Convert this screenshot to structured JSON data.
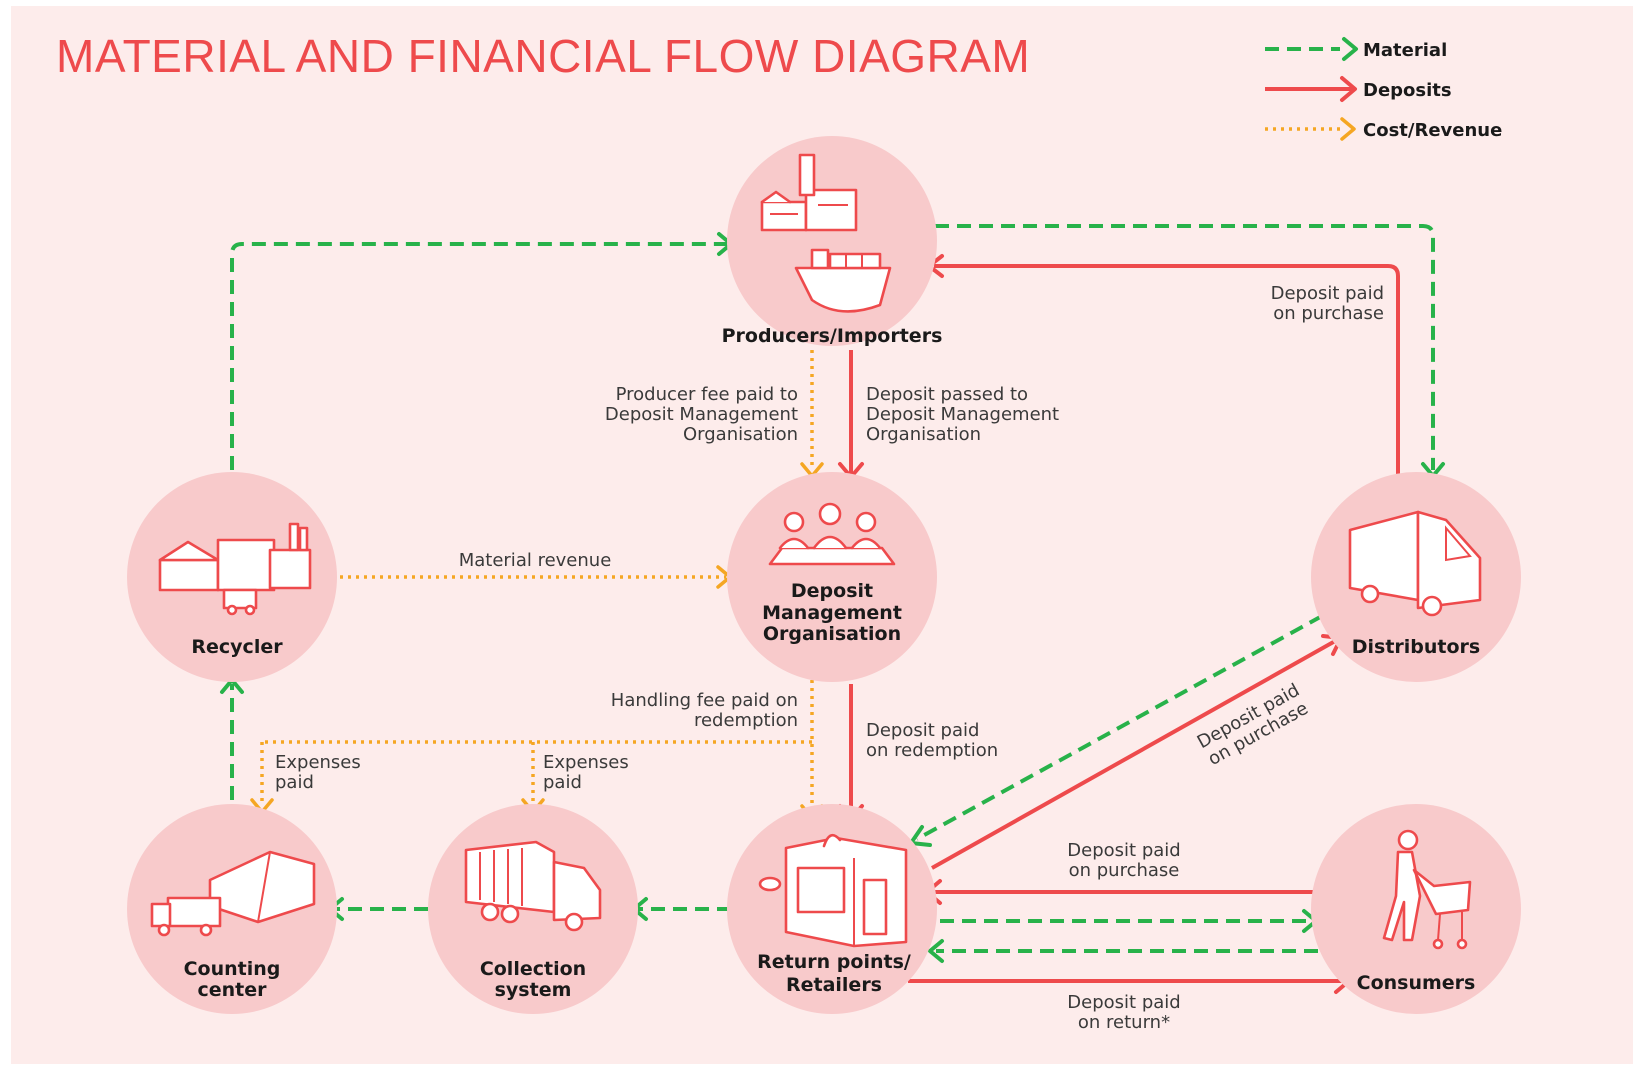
{
  "title": "MATERIAL AND FINANCIAL FLOW DIAGRAM",
  "legend": {
    "material": "Material",
    "deposits": "Deposits",
    "cost_revenue": "Cost/Revenue"
  },
  "colors": {
    "title": "#ee4a4c",
    "material": "#28b24a",
    "deposits": "#ee4a4c",
    "cost_revenue": "#f5a623",
    "node_fill": "#f8cacb",
    "background": "#fdeceb"
  },
  "nodes": {
    "producers": {
      "label": "Producers/Importers",
      "icons": [
        "factory-icon",
        "cargo-ship-icon"
      ]
    },
    "dmo": {
      "line1": "Deposit",
      "line2": "Management",
      "line3": "Organisation",
      "icon": "meeting-icon"
    },
    "recycler": {
      "label": "Recycler",
      "icon": "recycling-plant-icon"
    },
    "distributors": {
      "label": "Distributors",
      "icon": "delivery-truck-icon"
    },
    "counting": {
      "line1": "Counting",
      "line2": "center",
      "icon": "warehouse-truck-icon"
    },
    "collection": {
      "line1": "Collection",
      "line2": "system",
      "icon": "garbage-truck-icon"
    },
    "retailers": {
      "line1": "Return points/",
      "line2": "Retailers",
      "icon": "shop-icon"
    },
    "consumers": {
      "label": "Consumers",
      "icon": "shopping-cart-person-icon"
    }
  },
  "edges": {
    "producer_fee": {
      "line1": "Producer fee paid to",
      "line2": "Deposit Management",
      "line3": "Organisation"
    },
    "deposit_passed": {
      "line1": "Deposit passed to",
      "line2": "Deposit Management",
      "line3": "Organisation"
    },
    "dist_paid_producers": {
      "line1": "Deposit paid",
      "line2": "on purchase"
    },
    "material_revenue": {
      "label": "Material revenue"
    },
    "handling_fee": {
      "line1": "Handling fee paid on",
      "line2": "redemption"
    },
    "deposit_redemption": {
      "line1": "Deposit paid",
      "line2": "on redemption"
    },
    "expenses_counting": {
      "line1": "Expenses",
      "line2": "paid"
    },
    "expenses_collection": {
      "line1": "Expenses",
      "line2": "paid"
    },
    "retail_paid_dist": {
      "line1": "Deposit paid",
      "line2": "on purchase"
    },
    "consumer_paid_retail": {
      "line1": "Deposit paid",
      "line2": "on purchase"
    },
    "deposit_return": {
      "line1": "Deposit paid",
      "line2": "on return*"
    }
  }
}
